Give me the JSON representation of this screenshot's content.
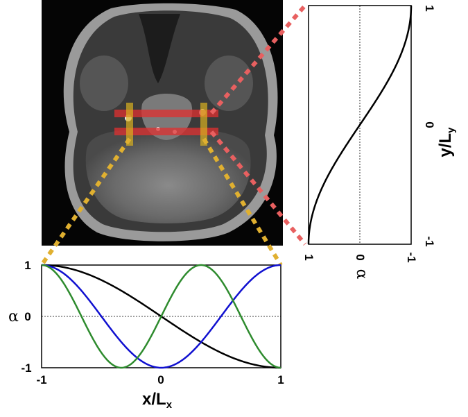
{
  "figure": {
    "mri_panel": {
      "content": "axial brain MRI slice"
    },
    "guide_colors": {
      "red": "#e05555",
      "yellow": "#e0b030"
    }
  },
  "chart_data": [
    {
      "type": "line",
      "xlabel_main": "x/L",
      "xlabel_sub": "x",
      "ylabel": "α",
      "xlim": [
        -1,
        1
      ],
      "ylim": [
        -1,
        1
      ],
      "x_ticks": [
        "-1",
        "0",
        "1"
      ],
      "y_ticks": [
        "1",
        "0",
        "-1"
      ],
      "grid": "dotted lines at y=1 and y=0",
      "series": [
        {
          "color": "#000000",
          "function": "cos(pi*(x+1)/2)",
          "x": [
            -1,
            -0.5,
            0,
            0.5,
            1
          ],
          "values": [
            1,
            0.707,
            0,
            -0.707,
            -1
          ]
        },
        {
          "color": "#1010d0",
          "function": "cos(pi*(x+1))",
          "x": [
            -1,
            -0.5,
            0,
            0.5,
            1
          ],
          "values": [
            1,
            0,
            -1,
            0,
            1
          ]
        },
        {
          "color": "#2e8b2e",
          "function": "cos(3*pi*(x+1)/2)",
          "x": [
            -1,
            -0.667,
            -0.333,
            0,
            0.333,
            0.667,
            1
          ],
          "values": [
            1,
            0,
            -1,
            0,
            1,
            0,
            -1
          ]
        }
      ]
    },
    {
      "type": "line",
      "orientation": "rotated 90 degrees",
      "xlabel_main": "y/L",
      "xlabel_sub": "y",
      "ylabel": "α",
      "xlim": [
        -1,
        1
      ],
      "ylim": [
        -1,
        1
      ],
      "x_ticks": [
        "-1",
        "0",
        "1"
      ],
      "y_ticks": [
        "1",
        "0",
        "-1"
      ],
      "series": [
        {
          "color": "#000000",
          "function": "cos(pi*(y+1)/2)",
          "x": [
            -1,
            -0.5,
            0,
            0.5,
            1
          ],
          "values": [
            1,
            0.707,
            0,
            -0.707,
            -1
          ]
        }
      ]
    }
  ]
}
